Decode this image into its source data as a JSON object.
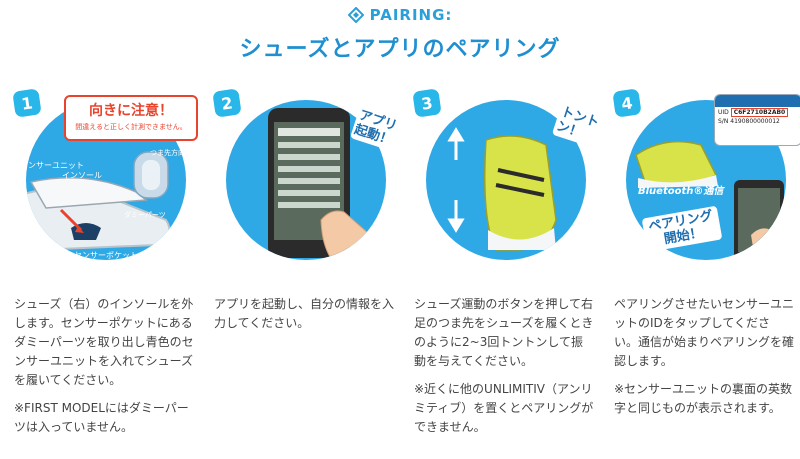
{
  "header": {
    "kicker": "PAIRING:",
    "title": "シューズとアプリのペアリング"
  },
  "steps": [
    {
      "number": "1",
      "callout_title": "向きに注意！",
      "callout_sub": "間違えると正しく計測できません。",
      "labels": [
        "センサーユニット",
        "インソール",
        "つま先方向",
        "ダミーパーツ",
        "センサーポケット"
      ],
      "text": "シューズ（右）のインソールを外します。センサーポケットにあるダミーパーツを取り出し青色のセンサーユニットを入れてシューズを履いてください。",
      "note": "※FIRST MODELにはダミーパーツは入っていません。"
    },
    {
      "number": "2",
      "badge": "アプリ起動！",
      "text": "アプリを起動し、自分の情報を入力してください。",
      "note": ""
    },
    {
      "number": "3",
      "badge": "トントン！",
      "text": "シューズ運動のボタンを押して右足のつま先をシューズを履くときのように2~3回トントンして振動を与えてください。",
      "note": "※近くに他のUNLIMITIV（アンリミティブ）を置くとペアリングができません。"
    },
    {
      "number": "4",
      "id_label_uid": "UID",
      "id_value": "C6F2710B2AB0",
      "sn_label": "S/N",
      "sn_value": "4190800000012",
      "bluetooth": "Bluetooth®通信",
      "badge": "ペアリング開始！",
      "text": "ペアリングさせたいセンサーユニットのIDをタップしてください。通信が始まりペアリングを確認します。",
      "note": "※センサーユニットの裏面の英数字と同じものが表示されます。"
    }
  ],
  "colors": {
    "accent": "#2fa8e6",
    "title": "#1f8fd0",
    "badge": "#29b6e8",
    "callout": "#e8432d"
  }
}
